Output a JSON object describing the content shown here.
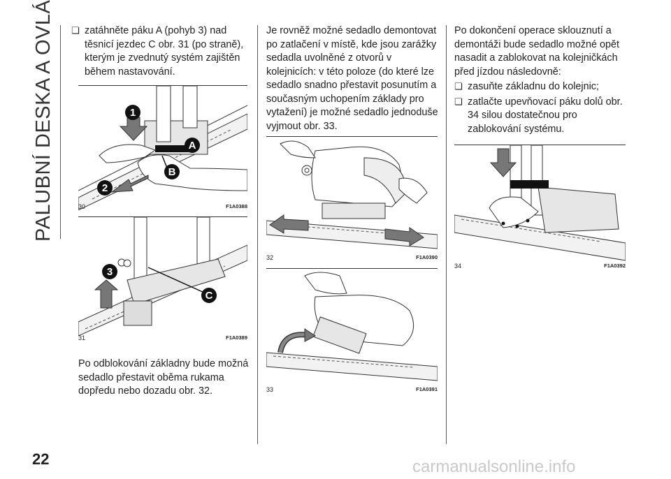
{
  "section_title": "PALUBNÍ DESKA A OVLÁDAČE",
  "page_number": "22",
  "col1": {
    "bullet1": "zatáhněte páku A (pohyb 3) nad těsnicí jezdec C obr. 31 (po straně), kterým je zvednutý systém zajištěn během nastavování.",
    "para2": "Po odblokování základny bude možná sedadlo přestavit oběma rukama dopředu nebo dozadu obr. 32."
  },
  "col2": {
    "para1": "Je rovněž možné sedadlo demontovat po zatlačení v místě, kde jsou zarážky sedadla uvolněné z otvorů v kolejnicích: v této poloze (do které lze sedadlo snadno přestavit posunutím a současným uchopením základy pro vytažení) je možné sedadlo jednoduše vyjmout obr. 33."
  },
  "col3": {
    "para1": "Po dokončení operace sklouznutí a demontáži bude sedadlo možné opět nasadit a zablokovat na kolejničkách před jízdou následovně:",
    "bullet1": "zasuňte základnu do kolejnic;",
    "bullet2": "zatlačte upevňovací páku dolů obr. 34 silou dostatečnou pro zablokování systému."
  },
  "figures": {
    "f30": {
      "num": "30",
      "code": "F1A0388",
      "callouts": [
        "1",
        "A",
        "B",
        "2"
      ]
    },
    "f31": {
      "num": "31",
      "code": "F1A0389",
      "callouts": [
        "3",
        "C"
      ]
    },
    "f32": {
      "num": "32",
      "code": "F1A0390"
    },
    "f33": {
      "num": "33",
      "code": "F1A0391"
    },
    "f34": {
      "num": "34",
      "code": "F1A0392"
    }
  },
  "watermark": "carmanualsonline.info"
}
